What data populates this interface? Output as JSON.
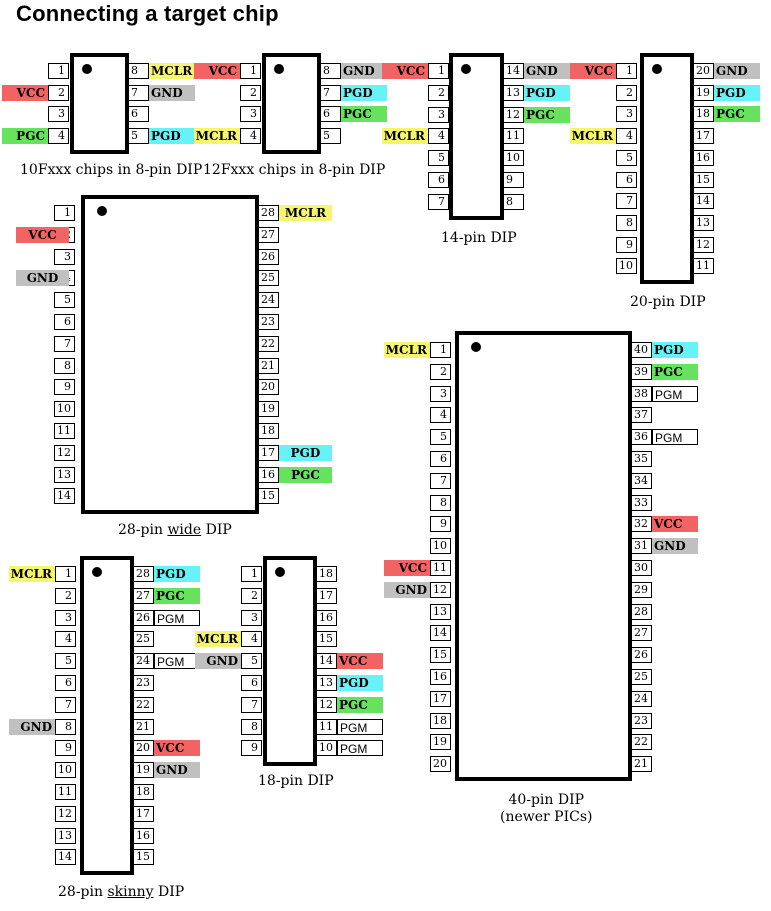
{
  "title": "Connecting a target chip",
  "chips": [
    {
      "id": "p8a",
      "caption": "10Fxxx chips in 8-pin DIP",
      "pins": {
        "1": "",
        "2": "VCC",
        "3": "",
        "4": "PGC",
        "5": "PGD",
        "6": "",
        "7": "GND",
        "8": "MCLR"
      }
    },
    {
      "id": "p8b",
      "caption": "12Fxxx chips in 8-pin DIP",
      "pins": {
        "1": "VCC",
        "2": "",
        "3": "",
        "4": "MCLR",
        "5": "",
        "6": "PGC",
        "7": "PGD",
        "8": "GND"
      }
    },
    {
      "id": "p14",
      "caption": "14-pin DIP",
      "pins": {
        "1": "VCC",
        "4": "MCLR",
        "12": "PGC",
        "13": "PGD",
        "14": "GND"
      }
    },
    {
      "id": "p20",
      "caption": "20-pin DIP",
      "pins": {
        "1": "VCC",
        "4": "MCLR",
        "18": "PGC",
        "19": "PGD",
        "20": "GND"
      }
    },
    {
      "id": "p28w",
      "caption_pre": "28-pin ",
      "caption_u": "wide",
      "caption_post": " DIP",
      "pins": {
        "2": "VCC",
        "4": "GND",
        "16": "PGC",
        "17": "PGD",
        "28": "MCLR"
      }
    },
    {
      "id": "p40",
      "caption": "40-pin DIP",
      "caption2": "(newer PICs)",
      "pins": {
        "1": "MCLR",
        "11": "VCC",
        "12": "GND",
        "31": "GND",
        "32": "VCC",
        "36": "PGM",
        "38": "PGM",
        "39": "PGC",
        "40": "PGD"
      }
    },
    {
      "id": "p28s",
      "caption_pre": "28-pin ",
      "caption_u": "skinny",
      "caption_post": " DIP",
      "pins": {
        "1": "MCLR",
        "8": "GND",
        "19": "GND",
        "20": "VCC",
        "24": "PGM",
        "26": "PGM",
        "27": "PGC",
        "28": "PGD"
      }
    },
    {
      "id": "p18",
      "caption": "18-pin DIP",
      "pins": {
        "4": "MCLR",
        "5": "GND",
        "10": "PGM",
        "11": "PGM",
        "12": "PGC",
        "13": "PGD",
        "14": "VCC"
      }
    }
  ]
}
